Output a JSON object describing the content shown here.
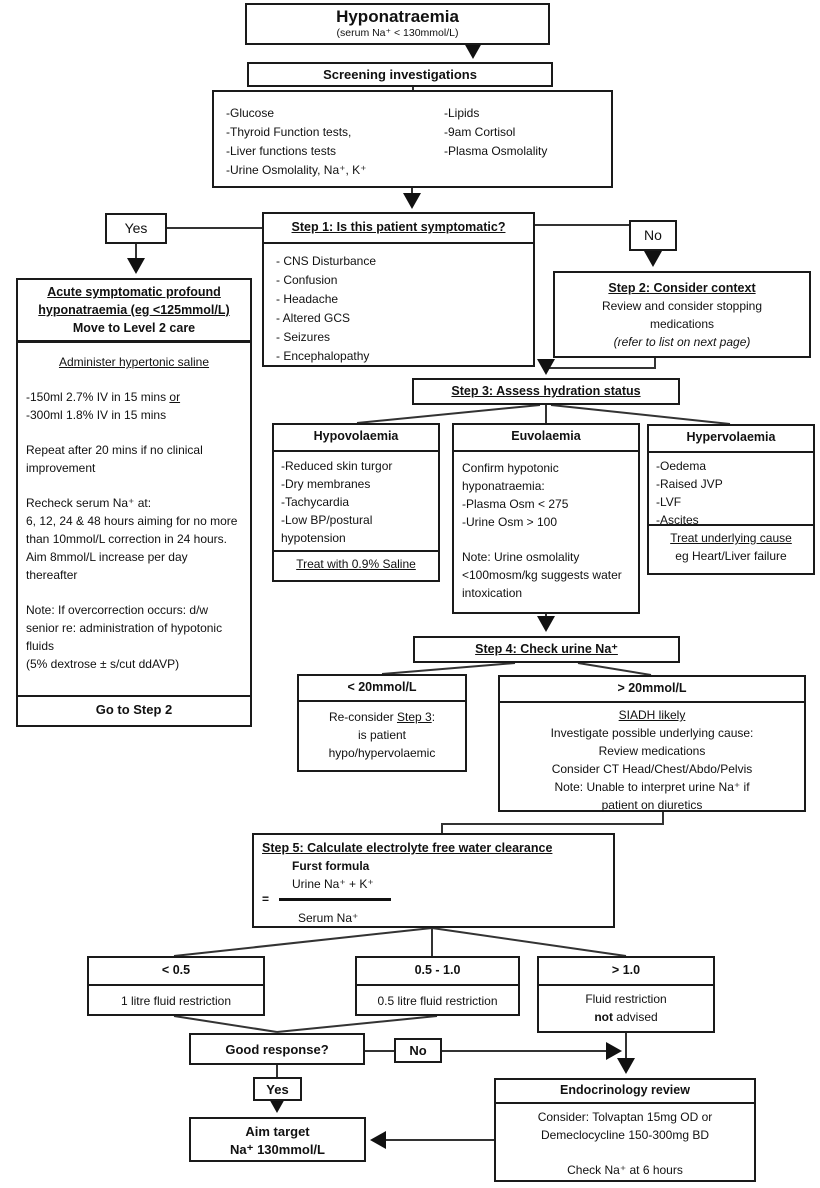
{
  "title": {
    "heading": "Hyponatraemia",
    "subheading": "(serum Na⁺ < 130mmol/L)"
  },
  "screening": {
    "label": "Screening investigations",
    "col1": [
      "-Glucose",
      "-Thyroid Function tests,",
      "-Liver functions tests",
      "-Urine Osmolality, Na⁺, K⁺"
    ],
    "col2": [
      "-Lipids",
      "-9am Cortisol",
      "-Plasma Osmolality"
    ]
  },
  "step1": {
    "heading": "Step 1: Is this patient symptomatic?",
    "symptoms": [
      "- CNS Disturbance",
      "- Confusion",
      "- Headache",
      "- Altered GCS",
      "- Seizures",
      "- Encephalopathy"
    ],
    "yes_label": "Yes",
    "no_label": "No"
  },
  "acute": {
    "heading_line1": "Acute  symptomatic profound",
    "heading_line2": "hyponatraemia (eg <125mmol/L)",
    "heading_line3": "Move to Level 2 care",
    "saline_heading": "Administer hypertonic saline",
    "dose1_main": "-150ml 2.7% IV in 15 mins ",
    "dose1_or": "or",
    "dose2": "-300ml 1.8% IV in 15 mins",
    "repeat": "Repeat after 20 mins if no clinical improvement",
    "recheck_1": "Recheck serum Na⁺ at:",
    "recheck_2": "6, 12, 24 & 48 hours aiming for no more than 10mmol/L correction in 24 hours. Aim 8mmol/L increase per day thereafter",
    "note_1": "Note: If overcorrection occurs: d/w senior re: administration of hypotonic fluids",
    "note_2": "(5% dextrose ± s/cut ddAVP)",
    "footer": "Go to Step 2"
  },
  "step2": {
    "heading": "Step 2: Consider context",
    "line1": "Review and consider stopping medications",
    "line2": "(refer to list on next page)"
  },
  "step3": {
    "heading": "Step 3: Assess hydration status"
  },
  "hypovolaemia": {
    "heading": "Hypovolaemia",
    "signs": [
      "-Reduced skin turgor",
      "-Dry membranes",
      "-Tachycardia",
      "-Low BP/postural hypotension"
    ],
    "footer": "Treat with 0.9% Saline"
  },
  "euvolaemia": {
    "heading": "Euvolaemia",
    "line1": "Confirm hypotonic hyponatraemia:",
    "line2": "-Plasma Osm < 275",
    "line3": "-Urine Osm > 100",
    "note": "Note: Urine osmolality <100mosm/kg suggests water intoxication"
  },
  "hypervolaemia": {
    "heading": "Hypervolaemia",
    "signs": [
      "-Oedema",
      "-Raised JVP",
      "-LVF",
      "-Ascites"
    ],
    "footer_1": "Treat underlying cause",
    "footer_2": "eg Heart/Liver failure"
  },
  "step4": {
    "heading": "Step 4: Check urine Na⁺"
  },
  "urine_low": {
    "heading": "< 20mmol/L",
    "line1_a": "Re-consider ",
    "line1_b": "Step 3",
    "line1_c": ":",
    "line2": "is patient",
    "line3": "hypo/hypervolaemic"
  },
  "urine_high": {
    "heading": "> 20mmol/L",
    "siadh": "SIADH likely",
    "lines": [
      "Investigate possible underlying cause:",
      "Review medications",
      "Consider CT Head/Chest/Abdo/Pelvis",
      "Note: Unable to interpret urine Na⁺ if",
      "patient on diuretics"
    ]
  },
  "step5": {
    "heading": "Step 5: Calculate electrolyte free water clearance",
    "formula_name": "Furst formula",
    "numerator": "Urine Na⁺ + K⁺",
    "equals": "=",
    "denominator": "Serum Na⁺"
  },
  "ratio_low": {
    "heading": "< 0.5",
    "body": "1 litre fluid restriction"
  },
  "ratio_mid": {
    "heading": "0.5 - 1.0",
    "body": "0.5 litre fluid restriction"
  },
  "ratio_high": {
    "heading": "> 1.0",
    "body_1": "Fluid restriction",
    "body_2a": "not",
    "body_2b": " advised"
  },
  "response": {
    "question": "Good response?",
    "no_label": "No",
    "yes_label": "Yes"
  },
  "aim": {
    "line1": "Aim target",
    "line2": "Na⁺ 130mmol/L"
  },
  "endocrine": {
    "heading": "Endocrinology review",
    "line1": "Consider: Tolvaptan 15mg OD or",
    "line2": "Demeclocycline 150-300mg BD",
    "line3": "Check Na⁺ at 6 hours"
  }
}
